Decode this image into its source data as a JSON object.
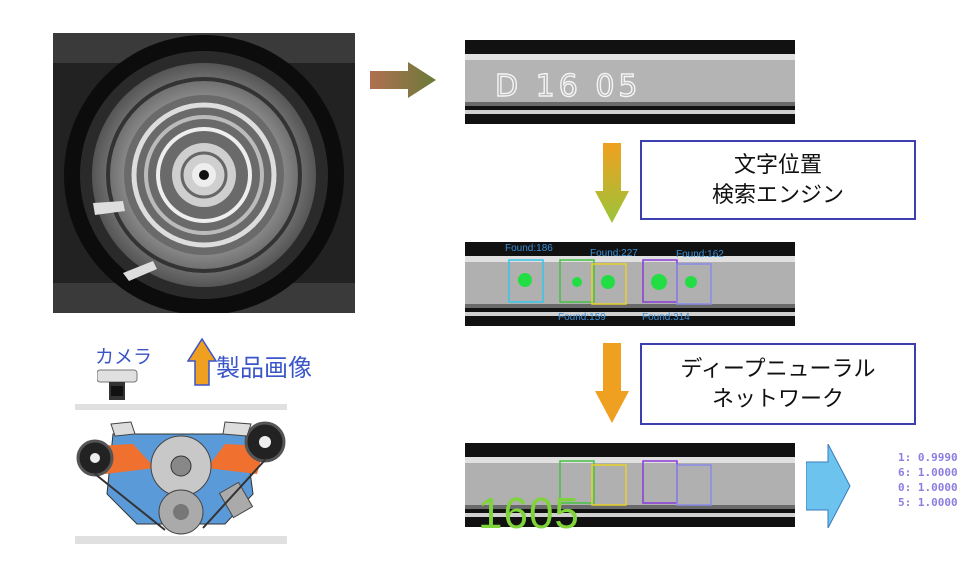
{
  "engines": {
    "search_line1": "文字位置",
    "search_line2": "検索エンジン",
    "dnn_line1": "ディープニューラル",
    "dnn_line2": "ネットワーク"
  },
  "labels": {
    "camera": "カメラ",
    "product_image": "製品画像"
  },
  "stamp_text": "D 16 05",
  "detections": [
    {
      "label": "Found:186",
      "color": "#37c6e8"
    },
    {
      "label": "Found:159",
      "color": "#42c242"
    },
    {
      "label": "Found:227",
      "color": "#e8d02c"
    },
    {
      "label": "Found:314",
      "color": "#8a3ad8"
    },
    {
      "label": "Found:162",
      "color": "#8a8ae8"
    }
  ],
  "result": {
    "number": "1605",
    "number_color": "#7fd43a",
    "scores": [
      "1: 0.9990",
      "6: 1.0000",
      "0: 1.0000",
      "5: 1.0000"
    ]
  },
  "colors": {
    "engine_border": "#3b3fb0",
    "orange_arrow": "#f0a020",
    "green_arrow": "#9ac43a",
    "blue_arrow": "#6cc4ee",
    "label_blue": "#3a55c8"
  }
}
